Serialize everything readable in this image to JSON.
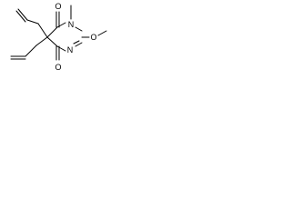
{
  "diagram": {
    "type": "skeletal-structure",
    "atoms": {
      "n1": "N",
      "n3": "N",
      "o4": "O",
      "o6": "O",
      "o_methoxy": "O"
    },
    "colors": {
      "bond": "#000000",
      "text": "#000000",
      "background": "#ffffff"
    }
  }
}
